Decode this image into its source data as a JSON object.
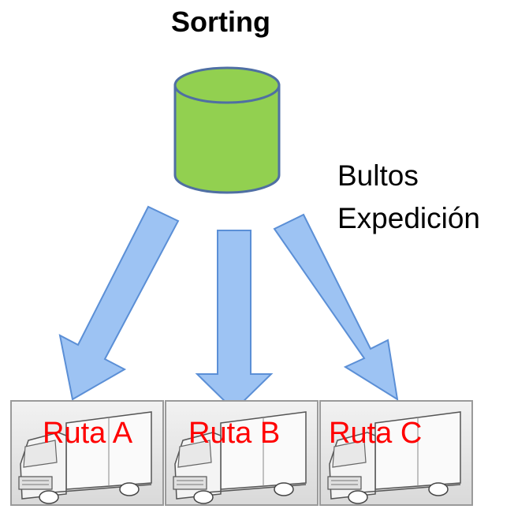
{
  "title": "Sorting",
  "caption": {
    "line1": "Bultos",
    "line2": "Expedición"
  },
  "trucks": [
    {
      "label": "Ruta A"
    },
    {
      "label": "Ruta B"
    },
    {
      "label": "Ruta C"
    }
  ],
  "colors": {
    "cylinder_fill": "#92d050",
    "cylinder_stroke": "#4f6fa3",
    "arrow_fill": "#9dc3f3",
    "arrow_stroke": "#5b8fd6",
    "label_color": "#ff0000"
  },
  "icons": {
    "source": "database-cylinder-icon",
    "arrows": "down-arrow-icon",
    "vehicle": "truck-icon"
  }
}
